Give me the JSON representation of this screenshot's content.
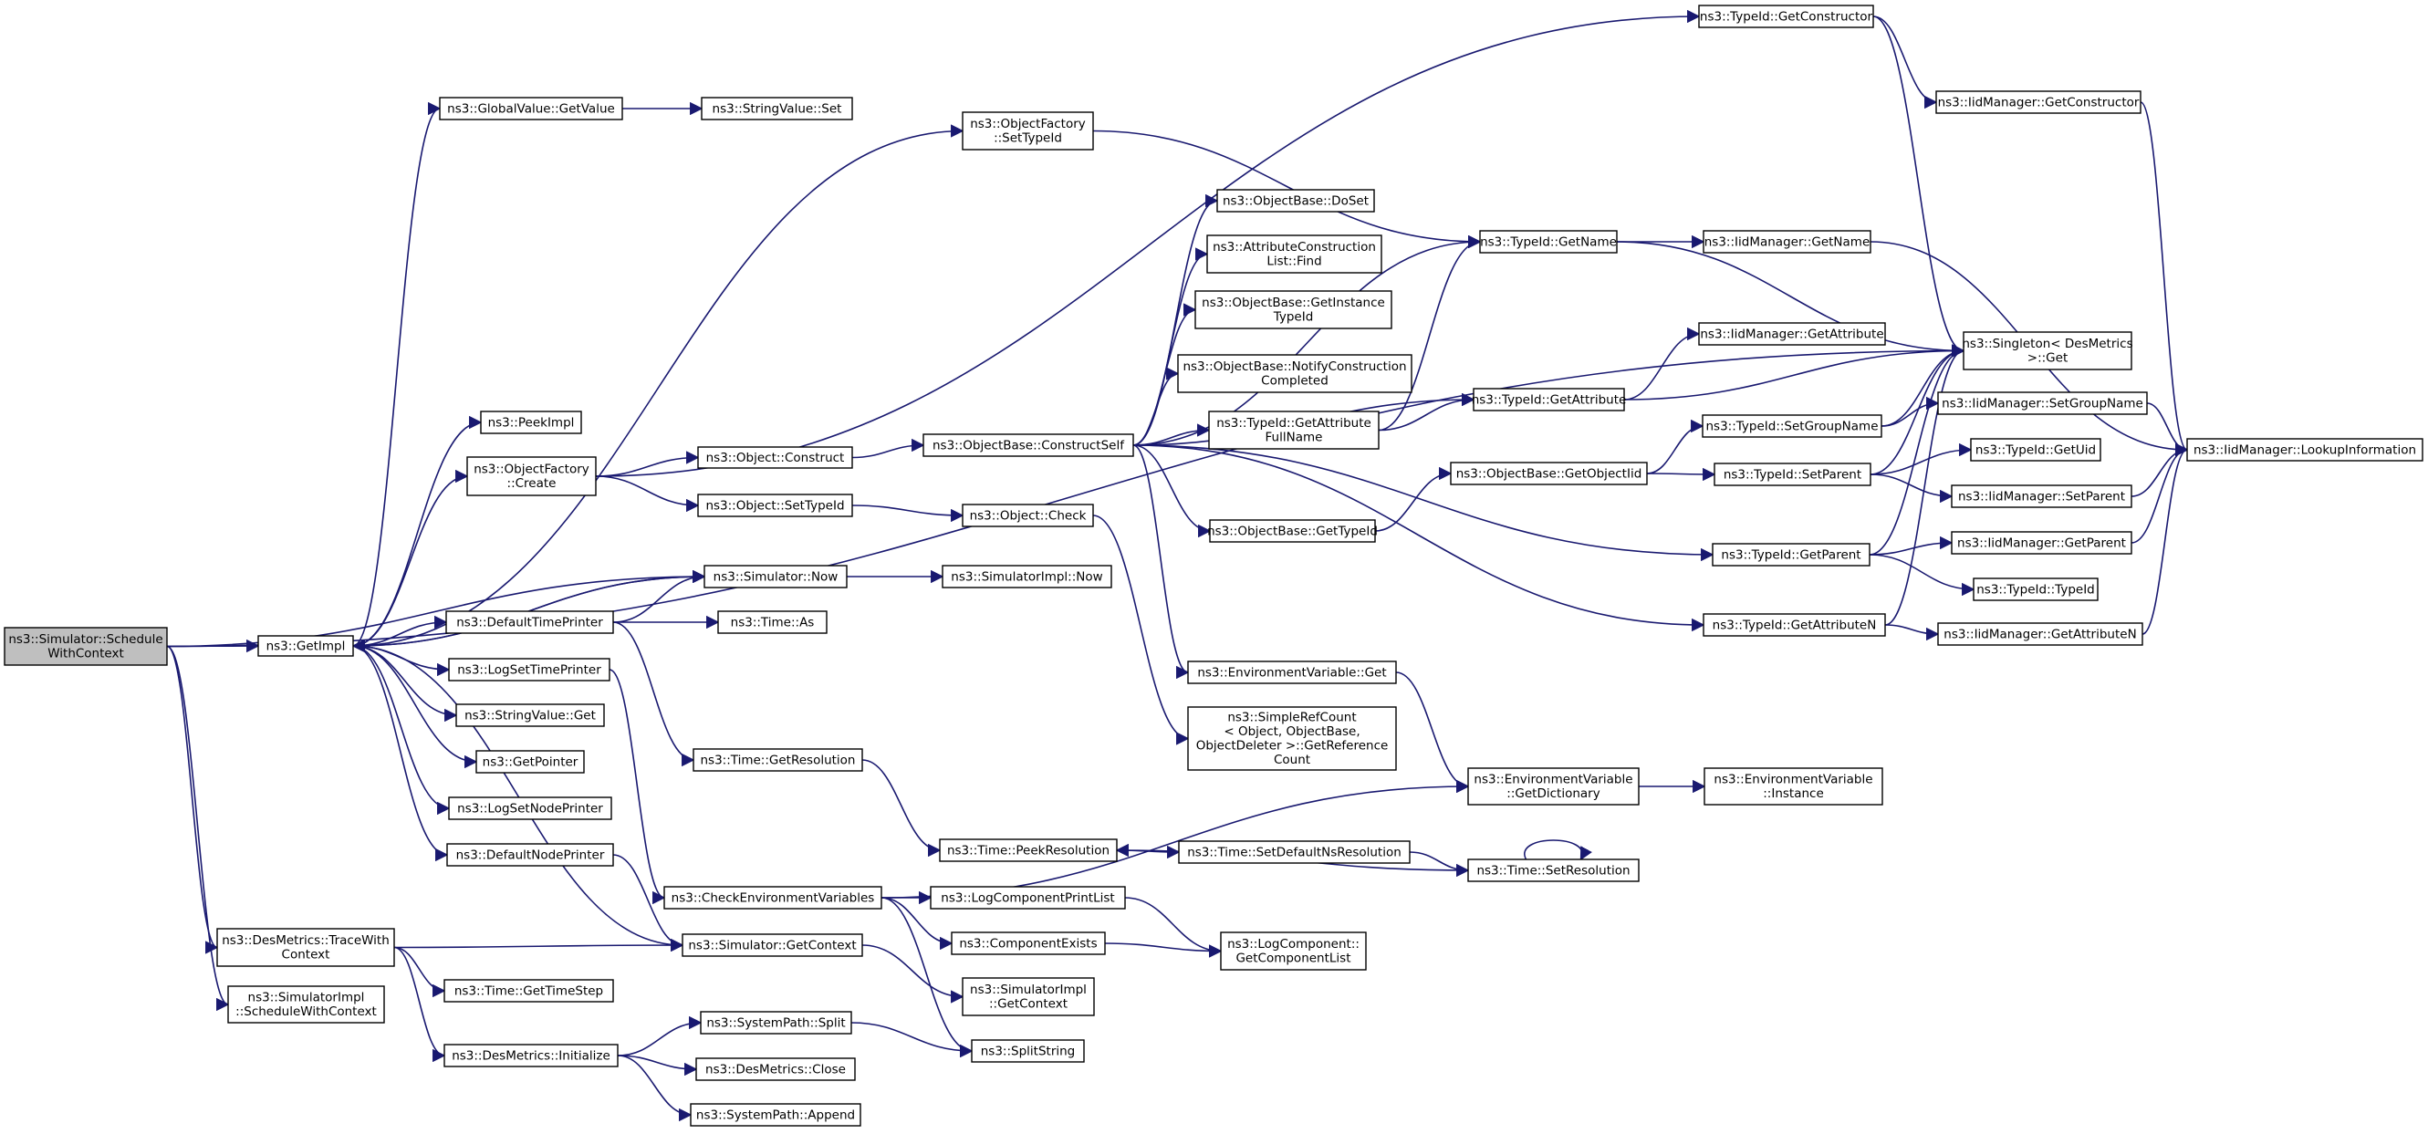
{
  "diagram": {
    "title": "",
    "nodes": {
      "root": [
        "ns3::Simulator::Schedule",
        "WithContext"
      ],
      "getimpl": [
        "ns3::GetImpl"
      ],
      "globalvalue_getvalue": [
        "ns3::GlobalValue::GetValue"
      ],
      "stringvalue_set": [
        "ns3::StringValue::Set"
      ],
      "peekimpl": [
        "ns3::PeekImpl"
      ],
      "objectfactory_create": [
        "ns3::ObjectFactory",
        "::Create"
      ],
      "simulator_now": [
        "ns3::Simulator::Now"
      ],
      "defaulttimeprinter": [
        "ns3::DefaultTimePrinter"
      ],
      "logsettimeprinter": [
        "ns3::LogSetTimePrinter"
      ],
      "stringvalue_get": [
        "ns3::StringValue::Get"
      ],
      "getpointer": [
        "ns3::GetPointer"
      ],
      "logsetnodeprinter": [
        "ns3::LogSetNodePrinter"
      ],
      "defaultnodeprinter": [
        "ns3::DefaultNodePrinter"
      ],
      "desmetrics_tracewithcontext": [
        "ns3::DesMetrics::TraceWith",
        "Context"
      ],
      "simulatorimpl_schedulewithcontext": [
        "ns3::SimulatorImpl",
        "::ScheduleWithContext"
      ],
      "objectfactory_settypeid": [
        "ns3::ObjectFactory",
        "::SetTypeId"
      ],
      "object_construct": [
        "ns3::Object::Construct"
      ],
      "object_settypeid": [
        "ns3::Object::SetTypeId"
      ],
      "simulatorimpl_now": [
        "ns3::SimulatorImpl::Now"
      ],
      "time_as": [
        "ns3::Time::As"
      ],
      "time_getresolution": [
        "ns3::Time::GetResolution"
      ],
      "checkenvironmentvariables": [
        "ns3::CheckEnvironmentVariables"
      ],
      "simulator_getcontext": [
        "ns3::Simulator::GetContext"
      ],
      "time_gettimestep": [
        "ns3::Time::GetTimeStep"
      ],
      "desmetrics_initialize": [
        "ns3::DesMetrics::Initialize"
      ],
      "objectbase_constructself": [
        "ns3::ObjectBase::ConstructSelf"
      ],
      "object_check": [
        "ns3::Object::Check"
      ],
      "objectbase_doset": [
        "ns3::ObjectBase::DoSet"
      ],
      "attributeconstructionlist_find": [
        "ns3::AttributeConstruction",
        "List::Find"
      ],
      "objectbase_getinstancetypeid": [
        "ns3::ObjectBase::GetInstance",
        "TypeId"
      ],
      "objectbase_notifyconstructioncompleted": [
        "ns3::ObjectBase::NotifyConstruction",
        "Completed"
      ],
      "typeid_getattributefullname": [
        "ns3::TypeId::GetAttribute",
        "FullName"
      ],
      "objectbase_gettypeid": [
        "ns3::ObjectBase::GetTypeId"
      ],
      "environmentvariable_get": [
        "ns3::EnvironmentVariable::Get"
      ],
      "simplerefcount_getreferencecount": [
        "ns3::SimpleRefCount",
        "< Object, ObjectBase,",
        "ObjectDeleter >::GetReference",
        "Count"
      ],
      "time_peekresolution": [
        "ns3::Time::PeekResolution"
      ],
      "logcomponentprintlist": [
        "ns3::LogComponentPrintList"
      ],
      "componentexists": [
        "ns3::ComponentExists"
      ],
      "simulatorimpl_getcontext": [
        "ns3::SimulatorImpl",
        "::GetContext"
      ],
      "systempath_split": [
        "ns3::SystemPath::Split"
      ],
      "splitstring": [
        "ns3::SplitString"
      ],
      "desmetrics_close": [
        "ns3::DesMetrics::Close"
      ],
      "systempath_append": [
        "ns3::SystemPath::Append"
      ],
      "typeid_getconstructor": [
        "ns3::TypeId::GetConstructor"
      ],
      "typeid_getname": [
        "ns3::TypeId::GetName"
      ],
      "typeid_getattribute": [
        "ns3::TypeId::GetAttribute"
      ],
      "objectbase_getobjectiid": [
        "ns3::ObjectBase::GetObjectIid"
      ],
      "environmentvariable_getdictionary": [
        "ns3::EnvironmentVariable",
        "::GetDictionary"
      ],
      "time_setdefaultnsresolution": [
        "ns3::Time::SetDefaultNsResolution"
      ],
      "time_setresolution": [
        "ns3::Time::SetResolution"
      ],
      "logcomponent_getcomponentlist": [
        "ns3::LogComponent::",
        "GetComponentList"
      ],
      "iidmanager_getname": [
        "ns3::IidManager::GetName"
      ],
      "iidmanager_getattribute": [
        "ns3::IidManager::GetAttribute"
      ],
      "typeid_setgroupname": [
        "ns3::TypeId::SetGroupName"
      ],
      "typeid_setparent": [
        "ns3::TypeId::SetParent"
      ],
      "typeid_getparent": [
        "ns3::TypeId::GetParent"
      ],
      "typeid_getattributen": [
        "ns3::TypeId::GetAttributeN"
      ],
      "environmentvariable_instance": [
        "ns3::EnvironmentVariable",
        "::Instance"
      ],
      "iidmanager_getconstructor": [
        "ns3::IidManager::GetConstructor"
      ],
      "singleton_desmetrics_get": [
        "ns3::Singleton< DesMetrics",
        ">::Get"
      ],
      "iidmanager_setgroupname": [
        "ns3::IidManager::SetGroupName"
      ],
      "typeid_getuid": [
        "ns3::TypeId::GetUid"
      ],
      "iidmanager_setparent": [
        "ns3::IidManager::SetParent"
      ],
      "iidmanager_getparent": [
        "ns3::IidManager::GetParent"
      ],
      "typeid_typeid": [
        "ns3::TypeId::TypeId"
      ],
      "iidmanager_getattributen": [
        "ns3::IidManager::GetAttributeN"
      ],
      "iidmanager_lookupinformation": [
        "ns3::IidManager::LookupInformation"
      ]
    },
    "edges": [
      [
        "root",
        "getimpl"
      ],
      [
        "root",
        "simulator_now"
      ],
      [
        "root",
        "desmetrics_tracewithcontext"
      ],
      [
        "root",
        "simulatorimpl_schedulewithcontext"
      ],
      [
        "root",
        "singleton_desmetrics_get"
      ],
      [
        "getimpl",
        "globalvalue_getvalue"
      ],
      [
        "getimpl",
        "peekimpl"
      ],
      [
        "getimpl",
        "objectfactory_create"
      ],
      [
        "getimpl",
        "simulator_now"
      ],
      [
        "getimpl",
        "defaulttimeprinter"
      ],
      [
        "getimpl",
        "logsettimeprinter"
      ],
      [
        "getimpl",
        "stringvalue_get"
      ],
      [
        "getimpl",
        "getpointer"
      ],
      [
        "getimpl",
        "logsetnodeprinter"
      ],
      [
        "getimpl",
        "defaultnodeprinter"
      ],
      [
        "getimpl",
        "objectfactory_settypeid"
      ],
      [
        "globalvalue_getvalue",
        "stringvalue_set"
      ],
      [
        "objectfactory_create",
        "object_construct"
      ],
      [
        "objectfactory_create",
        "object_settypeid"
      ],
      [
        "objectfactory_create",
        "typeid_getconstructor"
      ],
      [
        "simulator_now",
        "getimpl"
      ],
      [
        "simulator_now",
        "simulatorimpl_now"
      ],
      [
        "defaulttimeprinter",
        "simulator_now"
      ],
      [
        "defaulttimeprinter",
        "time_as"
      ],
      [
        "defaulttimeprinter",
        "time_getresolution"
      ],
      [
        "logsettimeprinter",
        "checkenvironmentvariables"
      ],
      [
        "defaultnodeprinter",
        "simulator_getcontext"
      ],
      [
        "desmetrics_tracewithcontext",
        "simulator_getcontext"
      ],
      [
        "desmetrics_tracewithcontext",
        "time_gettimestep"
      ],
      [
        "desmetrics_tracewithcontext",
        "desmetrics_initialize"
      ],
      [
        "objectfactory_settypeid",
        "typeid_getname"
      ],
      [
        "object_construct",
        "objectbase_constructself"
      ],
      [
        "object_settypeid",
        "object_check"
      ],
      [
        "object_check",
        "simplerefcount_getreferencecount"
      ],
      [
        "time_getresolution",
        "time_peekresolution"
      ],
      [
        "checkenvironmentvariables",
        "environmentvariable_getdictionary"
      ],
      [
        "checkenvironmentvariables",
        "logcomponentprintlist"
      ],
      [
        "checkenvironmentvariables",
        "componentexists"
      ],
      [
        "checkenvironmentvariables",
        "splitstring"
      ],
      [
        "simulator_getcontext",
        "getimpl"
      ],
      [
        "simulator_getcontext",
        "simulatorimpl_getcontext"
      ],
      [
        "desmetrics_initialize",
        "systempath_split"
      ],
      [
        "desmetrics_initialize",
        "desmetrics_close"
      ],
      [
        "desmetrics_initialize",
        "systempath_append"
      ],
      [
        "systempath_split",
        "splitstring"
      ],
      [
        "objectbase_constructself",
        "objectbase_doset"
      ],
      [
        "objectbase_constructself",
        "attributeconstructionlist_find"
      ],
      [
        "objectbase_constructself",
        "objectbase_getinstancetypeid"
      ],
      [
        "objectbase_constructself",
        "objectbase_notifyconstructioncompleted"
      ],
      [
        "objectbase_constructself",
        "typeid_getattributefullname"
      ],
      [
        "objectbase_constructself",
        "objectbase_gettypeid"
      ],
      [
        "objectbase_constructself",
        "typeid_getname"
      ],
      [
        "objectbase_constructself",
        "typeid_getattribute"
      ],
      [
        "objectbase_constructself",
        "typeid_getparent"
      ],
      [
        "objectbase_constructself",
        "typeid_getattributen"
      ],
      [
        "objectbase_constructself",
        "environmentvariable_get"
      ],
      [
        "typeid_getattributefullname",
        "typeid_getname"
      ],
      [
        "typeid_getattributefullname",
        "typeid_getattribute"
      ],
      [
        "objectbase_gettypeid",
        "objectbase_getobjectiid"
      ],
      [
        "environmentvariable_get",
        "environmentvariable_getdictionary"
      ],
      [
        "time_peekresolution",
        "time_setdefaultnsresolution"
      ],
      [
        "time_setdefaultnsresolution",
        "time_setresolution"
      ],
      [
        "time_setresolution",
        "time_peekresolution"
      ],
      [
        "time_setresolution",
        "time_setresolution"
      ],
      [
        "logcomponentprintlist",
        "logcomponent_getcomponentlist"
      ],
      [
        "componentexists",
        "logcomponent_getcomponentlist"
      ],
      [
        "typeid_getconstructor",
        "iidmanager_getconstructor"
      ],
      [
        "typeid_getconstructor",
        "singleton_desmetrics_get"
      ],
      [
        "typeid_getname",
        "iidmanager_getname"
      ],
      [
        "typeid_getname",
        "singleton_desmetrics_get"
      ],
      [
        "typeid_getattribute",
        "iidmanager_getattribute"
      ],
      [
        "typeid_getattribute",
        "singleton_desmetrics_get"
      ],
      [
        "objectbase_getobjectiid",
        "typeid_setgroupname"
      ],
      [
        "objectbase_getobjectiid",
        "typeid_setparent"
      ],
      [
        "environmentvariable_getdictionary",
        "environmentvariable_instance"
      ],
      [
        "typeid_setgroupname",
        "iidmanager_setgroupname"
      ],
      [
        "typeid_setgroupname",
        "singleton_desmetrics_get"
      ],
      [
        "typeid_setparent",
        "typeid_getuid"
      ],
      [
        "typeid_setparent",
        "iidmanager_setparent"
      ],
      [
        "typeid_setparent",
        "singleton_desmetrics_get"
      ],
      [
        "typeid_getparent",
        "iidmanager_getparent"
      ],
      [
        "typeid_getparent",
        "typeid_typeid"
      ],
      [
        "typeid_getparent",
        "singleton_desmetrics_get"
      ],
      [
        "typeid_getattributen",
        "iidmanager_getattributen"
      ],
      [
        "typeid_getattributen",
        "singleton_desmetrics_get"
      ],
      [
        "iidmanager_getconstructor",
        "iidmanager_lookupinformation"
      ],
      [
        "iidmanager_getname",
        "iidmanager_lookupinformation"
      ],
      [
        "iidmanager_setgroupname",
        "iidmanager_lookupinformation"
      ],
      [
        "iidmanager_setparent",
        "iidmanager_lookupinformation"
      ],
      [
        "iidmanager_getparent",
        "iidmanager_lookupinformation"
      ],
      [
        "iidmanager_getattributen",
        "iidmanager_lookupinformation"
      ]
    ]
  }
}
